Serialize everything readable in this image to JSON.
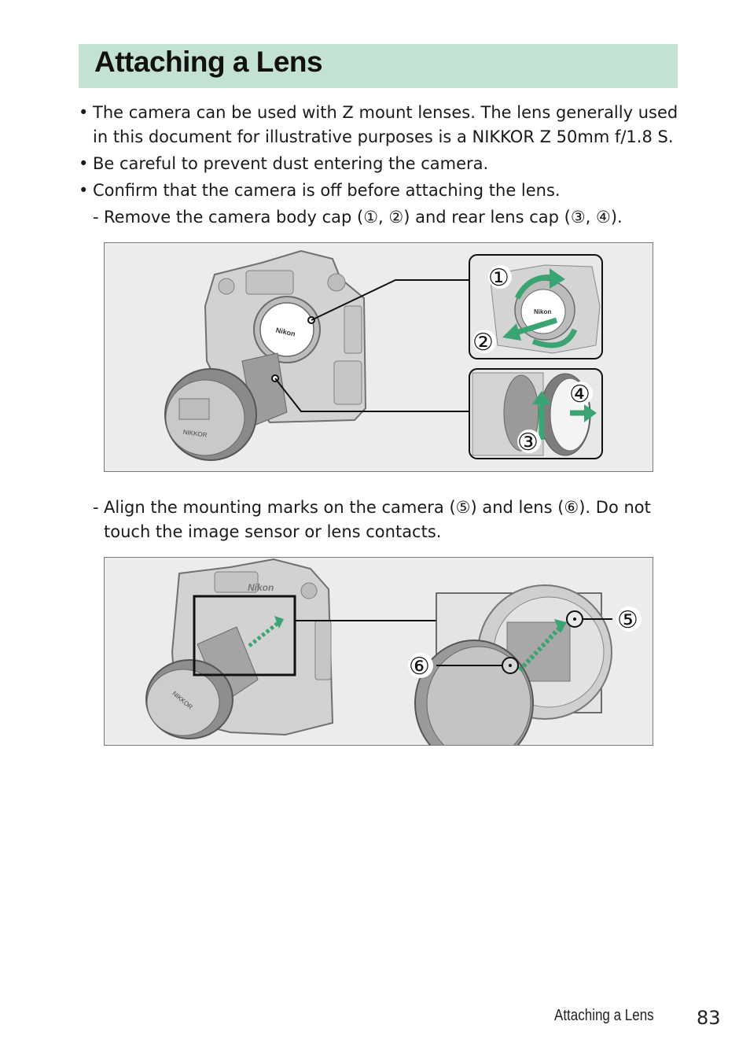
{
  "header": {
    "title": "Attaching a Lens"
  },
  "bullets": [
    "The camera can be used with Z mount lenses. The lens generally used in this document for illustrative purposes is a NIKKOR Z 50mm f/1.8 S.",
    "Be careful to prevent dust entering the camera.",
    "Confirm that the camera is off before attaching the lens."
  ],
  "steps": [
    "Remove the camera body cap (①, ②) and rear lens cap (③, ④).",
    "Align the mounting marks on the camera (⑤) and lens (⑥). Do not touch the image sensor or lens contacts."
  ],
  "figure1": {
    "callouts": [
      "①",
      "②",
      "④",
      "③"
    ],
    "body_cap_brand": "Nikon",
    "lens_brand": "NIKKOR"
  },
  "figure2": {
    "callouts": [
      "⑤",
      "⑥"
    ],
    "camera_brand": "Nikon",
    "lens_brand": "NIKKOR"
  },
  "footer": {
    "section": "Attaching a Lens",
    "page": "83"
  },
  "colors": {
    "title_bar": "#c3e2d1",
    "arrow": "#3aa573",
    "figure_bg": "#ececec"
  }
}
